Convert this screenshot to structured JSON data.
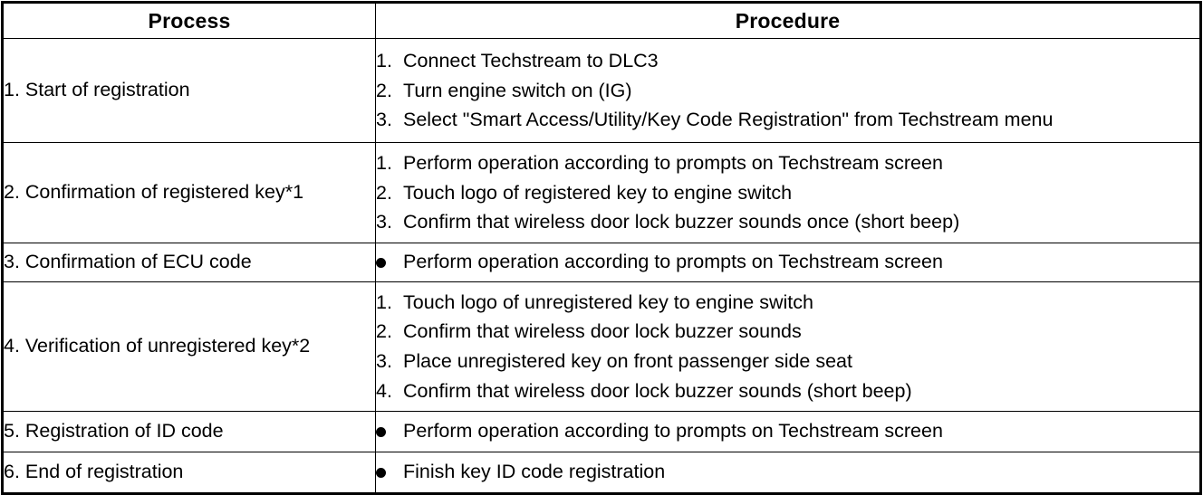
{
  "table": {
    "columns": [
      {
        "key": "process",
        "header": "Process"
      },
      {
        "key": "procedure",
        "header": "Procedure"
      }
    ],
    "rows": [
      {
        "process": "1. Start of registration",
        "marker_type": "numbered",
        "steps": [
          {
            "marker": "1.",
            "text": "Connect Techstream to DLC3"
          },
          {
            "marker": "2.",
            "text": "Turn engine switch on (IG)"
          },
          {
            "marker": "3.",
            "text": "Select \"Smart Access/Utility/Key Code Registration\" from Techstream menu"
          }
        ]
      },
      {
        "process": "2. Confirmation of registered key*1",
        "marker_type": "numbered",
        "steps": [
          {
            "marker": "1.",
            "text": "Perform operation according to prompts on Techstream screen"
          },
          {
            "marker": "2.",
            "text": "Touch logo of registered key to engine switch"
          },
          {
            "marker": "3.",
            "text": "Confirm that wireless door lock buzzer sounds once (short beep)"
          }
        ]
      },
      {
        "process": "3. Confirmation of ECU code",
        "marker_type": "bullet",
        "steps": [
          {
            "marker": "●",
            "text": "Perform operation according to prompts on Techstream screen"
          }
        ]
      },
      {
        "process": "4. Verification of unregistered key*2",
        "marker_type": "numbered",
        "steps": [
          {
            "marker": "1.",
            "text": "Touch logo of unregistered key to engine switch"
          },
          {
            "marker": "2.",
            "text": "Confirm that wireless door lock buzzer sounds"
          },
          {
            "marker": "3.",
            "text": "Place unregistered key on front passenger side seat"
          },
          {
            "marker": "4.",
            "text": "Confirm that wireless door lock buzzer sounds (short beep)"
          }
        ]
      },
      {
        "process": "5. Registration of ID code",
        "marker_type": "bullet",
        "steps": [
          {
            "marker": "●",
            "text": "Perform operation according to prompts on Techstream screen"
          }
        ]
      },
      {
        "process": "6. End of registration",
        "marker_type": "bullet",
        "steps": [
          {
            "marker": "●",
            "text": "Finish key ID code registration"
          }
        ]
      }
    ]
  },
  "colors": {
    "border": "#000000",
    "background": "#ffffff",
    "text": "#000000"
  }
}
